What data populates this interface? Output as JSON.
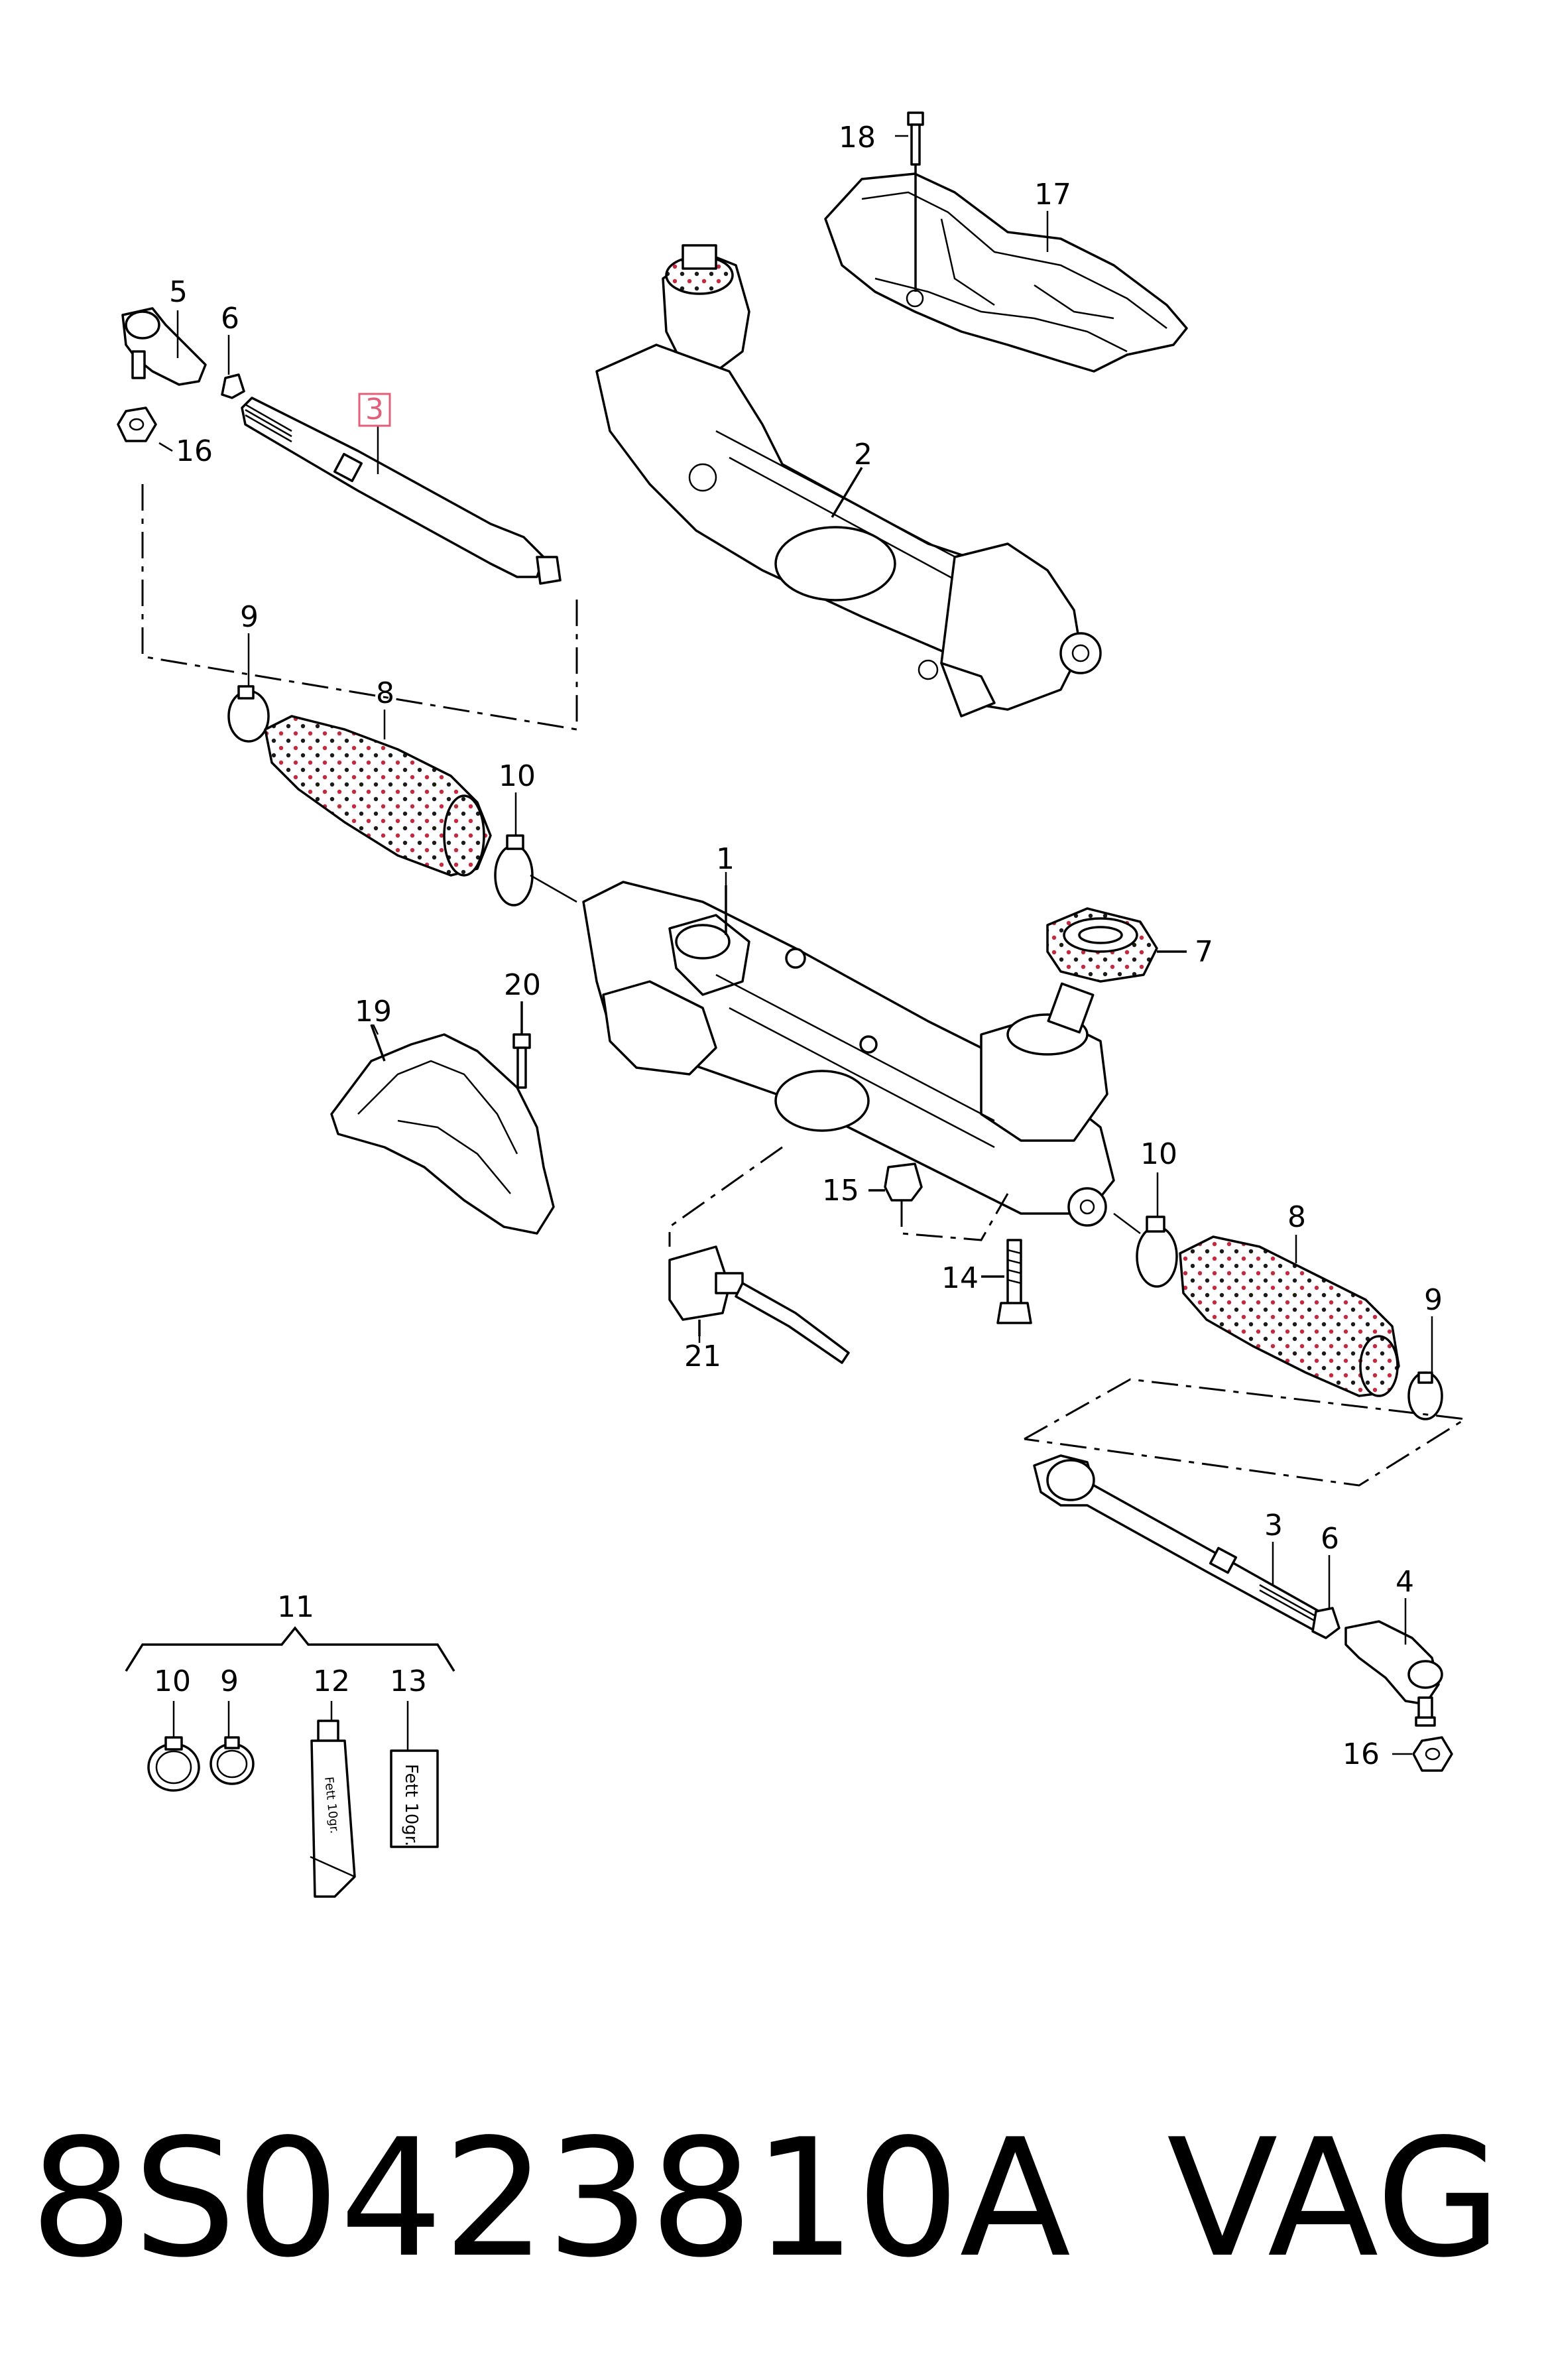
{
  "labels": [
    {
      "id": "1",
      "text": "1"
    },
    {
      "id": "2",
      "text": "2"
    },
    {
      "id": "3a",
      "text": "3",
      "highlighted": true
    },
    {
      "id": "3b",
      "text": "3"
    },
    {
      "id": "4",
      "text": "4"
    },
    {
      "id": "5",
      "text": "5"
    },
    {
      "id": "6a",
      "text": "6"
    },
    {
      "id": "6b",
      "text": "6"
    },
    {
      "id": "7",
      "text": "7"
    },
    {
      "id": "8a",
      "text": "8"
    },
    {
      "id": "8b",
      "text": "8"
    },
    {
      "id": "9a",
      "text": "9"
    },
    {
      "id": "9b",
      "text": "9"
    },
    {
      "id": "9c",
      "text": "9"
    },
    {
      "id": "10a",
      "text": "10"
    },
    {
      "id": "10b",
      "text": "10"
    },
    {
      "id": "10c",
      "text": "10"
    },
    {
      "id": "11",
      "text": "11"
    },
    {
      "id": "12",
      "text": "12"
    },
    {
      "id": "13",
      "text": "13"
    },
    {
      "id": "14",
      "text": "14"
    },
    {
      "id": "15",
      "text": "15"
    },
    {
      "id": "16a",
      "text": "16"
    },
    {
      "id": "16b",
      "text": "16"
    },
    {
      "id": "17",
      "text": "17"
    },
    {
      "id": "18",
      "text": "18"
    },
    {
      "id": "19",
      "text": "19"
    },
    {
      "id": "20",
      "text": "20"
    },
    {
      "id": "21",
      "text": "21"
    }
  ],
  "tube_text": "Fett 10gr.",
  "box_text": "Fett 10gr.",
  "footer": {
    "part_number": "8S0423810A",
    "brand": "VAG"
  },
  "colors": {
    "highlight": "#e0607a",
    "ink": "#000000"
  }
}
